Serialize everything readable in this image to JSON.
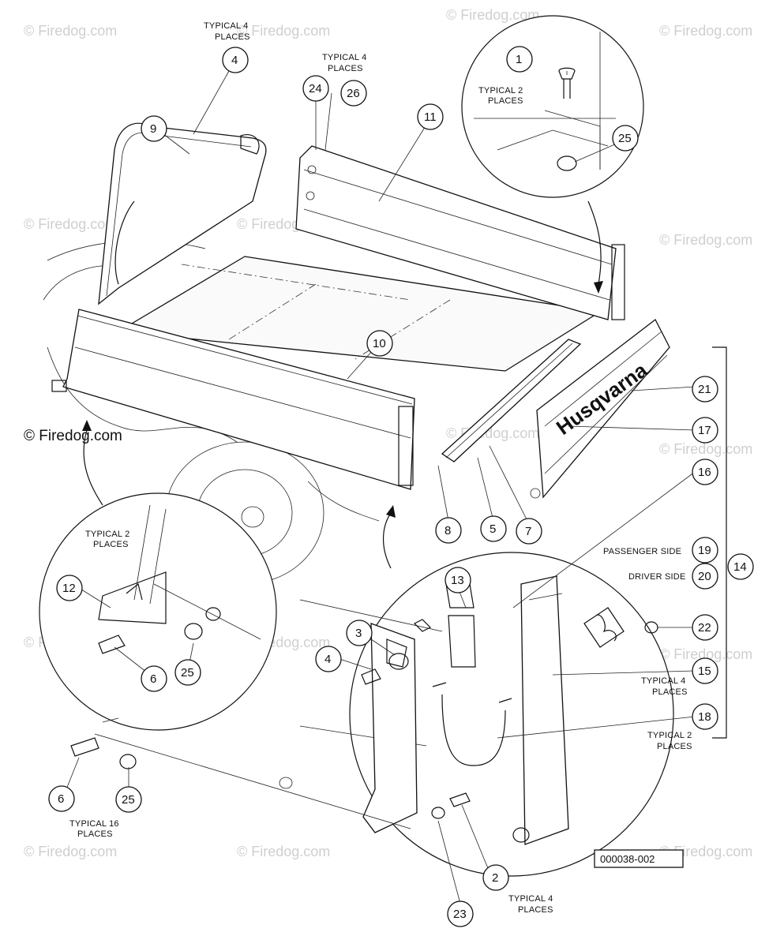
{
  "watermarks": {
    "small": "© Firedog.com",
    "large": "© Firedog.com"
  },
  "brand": {
    "tailgate_logo": "Husqvarna"
  },
  "diagram_code": "000038-002",
  "notes": {
    "typical_4_places": "TYPICAL 4",
    "places": "PLACES",
    "typical_2_places_line1": "TYPICAL 2",
    "typical_16": "TYPICAL 16",
    "passenger_side": "PASSENGER SIDE",
    "driver_side": "DRIVER SIDE"
  },
  "callouts": [
    "1",
    "2",
    "3",
    "4",
    "4",
    "5",
    "6",
    "6",
    "7",
    "8",
    "9",
    "10",
    "11",
    "12",
    "13",
    "14",
    "15",
    "16",
    "17",
    "18",
    "19",
    "20",
    "21",
    "22",
    "23",
    "24",
    "25",
    "25",
    "25",
    "26"
  ]
}
